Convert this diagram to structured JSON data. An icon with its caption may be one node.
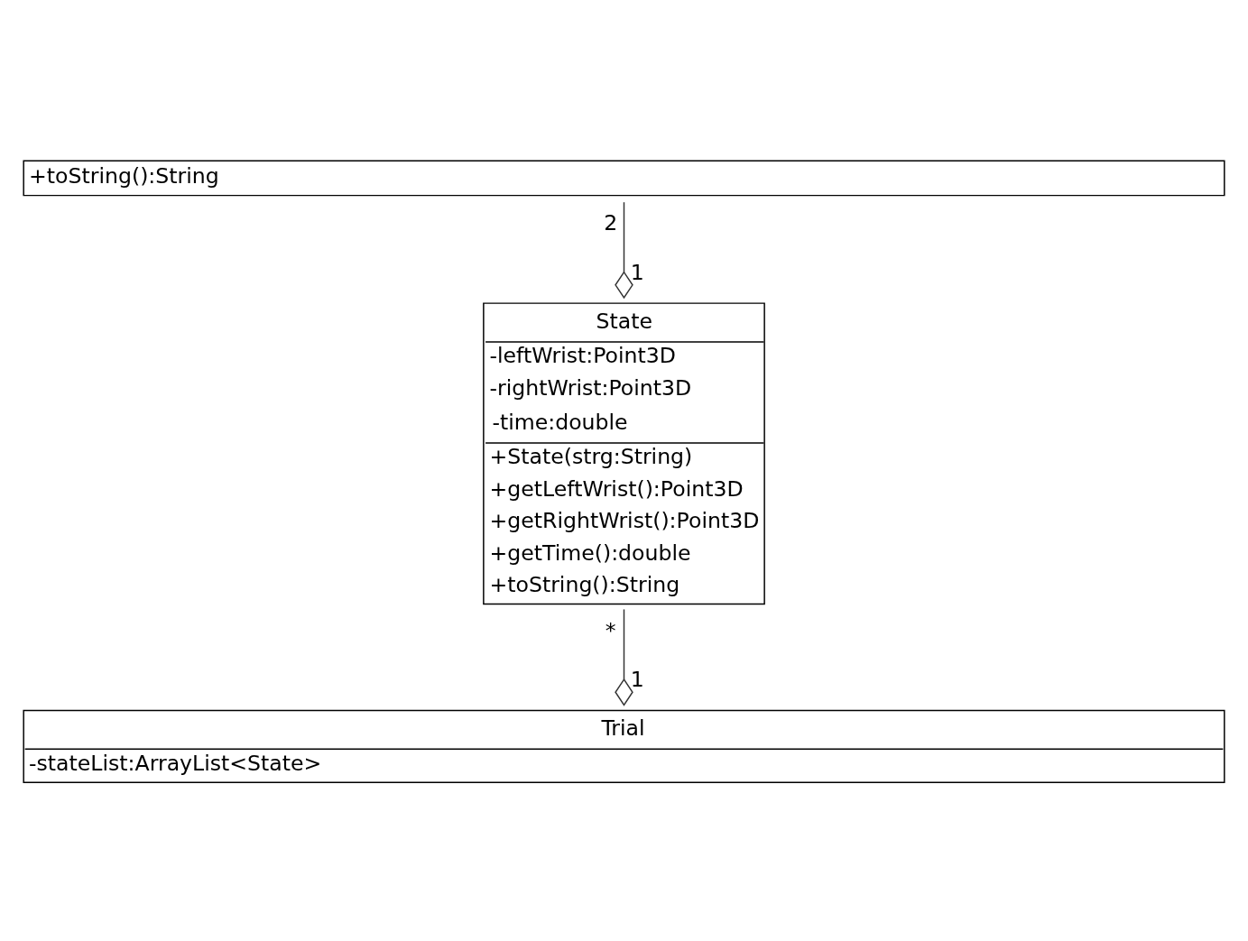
{
  "diagram": {
    "nodes": [
      {
        "text": [
          "+toString():String"
        ]
      },
      {
        "text": [
          "State",
          "-leftWrist:Point3D",
          "-rightWrist:Point3D",
          "-time:double",
          "+State(strg:String)",
          "+getLeftWrist():Point3D",
          "+getRightWrist():Point3D",
          "+getTime():double",
          "+toString():String"
        ]
      },
      {
        "text": [
          "Trial",
          "-stateList:ArrayList<State>"
        ]
      }
    ],
    "edges": [
      {
        "from": 0,
        "to": 1,
        "arrow": "other"
      },
      {
        "from": 1,
        "to": 2,
        "arrow": "other"
      }
    ],
    "labels": [
      "2",
      "1",
      "*",
      "1"
    ]
  }
}
